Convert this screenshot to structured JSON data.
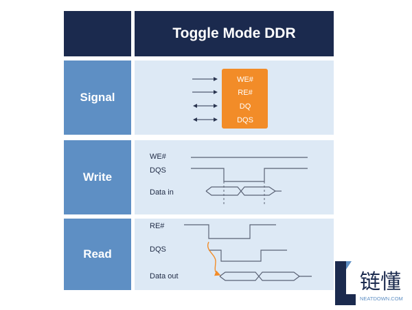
{
  "header": {
    "title": "Toggle Mode DDR"
  },
  "rows": [
    {
      "label": "Signal"
    },
    {
      "label": "Write"
    },
    {
      "label": "Read"
    }
  ],
  "signal": {
    "pins": [
      "WE#",
      "RE#",
      "DQ",
      "DQS"
    ]
  },
  "write": {
    "lines": [
      "WE#",
      "DQS",
      "Data in"
    ]
  },
  "read": {
    "lines": [
      "RE#",
      "DQS",
      "Data out"
    ]
  },
  "watermark": {
    "text": "链懂",
    "subtext": "NEATDOWN.COM"
  },
  "colors": {
    "navy": "#1b2a4e",
    "row_label": "#5e8fc4",
    "panel": "#dde9f5",
    "accent": "#f28c28"
  }
}
